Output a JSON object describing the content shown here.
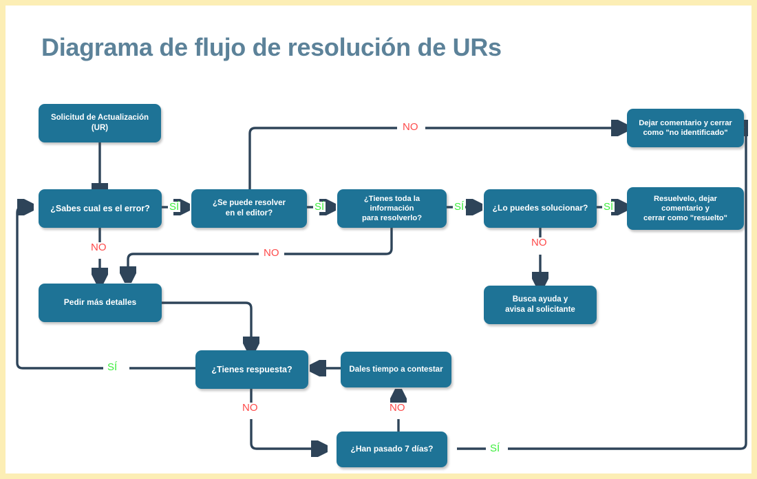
{
  "title": "Diagrama de flujo de resolución de URs",
  "theme": {
    "frame_color": "#fceeb5",
    "node_fill": "#1e7396",
    "node_text": "#ffffff",
    "title_color": "#5c8299",
    "wire_color": "#2e4459",
    "yes_color": "#3dee3d",
    "no_color": "#fd4a4a",
    "background": "#ffffff"
  },
  "chart_data": {
    "type": "diagram",
    "diagram_kind": "flowchart",
    "title": "Diagrama de flujo de resolución de URs"
  },
  "nodes": [
    {
      "id": "start",
      "label": "Solicitud de Actualización\n(UR)"
    },
    {
      "id": "know_error",
      "label": "¿Sabes cual es el error?"
    },
    {
      "id": "editor",
      "label": "¿Se puede resolver\nen el editor?"
    },
    {
      "id": "info",
      "label": "¿Tienes toda la información\npara resolverlo?"
    },
    {
      "id": "can_fix",
      "label": "¿Lo puedes solucionar?"
    },
    {
      "id": "not_ident",
      "label": "Dejar comentario y cerrar\ncomo \"no identificado\""
    },
    {
      "id": "resolved",
      "label": "Resuelvelo, dejar\ncomentario y\ncerrar como \"resuelto\""
    },
    {
      "id": "seek_help",
      "label": "Busca ayuda y\navisa al solicitante"
    },
    {
      "id": "more_det",
      "label": "Pedir más detalles"
    },
    {
      "id": "has_answer",
      "label": "¿Tienes respuesta?"
    },
    {
      "id": "give_time",
      "label": "Dales tiempo a contestar"
    },
    {
      "id": "seven_days",
      "label": "¿Han pasado 7 días?"
    }
  ],
  "node_labels": {
    "start_line1": "Solicitud de Actualización",
    "start_line2": "(UR)",
    "know_error": "¿Sabes cual es el error?",
    "editor_line1": "¿Se puede resolver",
    "editor_line2": "en el editor?",
    "info_line1": "¿Tienes toda la información",
    "info_line2": "para resolverlo?",
    "can_fix": "¿Lo puedes solucionar?",
    "not_ident_line1": "Dejar comentario y cerrar",
    "not_ident_line2": "como \"no identificado\"",
    "resolved_line1": "Resuelvelo, dejar",
    "resolved_line2": "comentario y",
    "resolved_line3": "cerrar como \"resuelto\"",
    "seek_help_line1": "Busca ayuda y",
    "seek_help_line2": "avisa al solicitante",
    "more_det": "Pedir más detalles",
    "has_answer": "¿Tienes respuesta?",
    "give_time": "Dales tiempo a contestar",
    "seven_days": "¿Han pasado 7 días?"
  },
  "edge_labels": {
    "si_know_error": "SÍ",
    "no_know_error": "NO",
    "si_editor": "SÍ",
    "no_editor": "NO",
    "si_info": "SÍ",
    "no_info": "NO",
    "si_can_fix": "SÍ",
    "no_can_fix": "NO",
    "si_has_answer": "SÍ",
    "no_has_answer": "NO",
    "si_seven_days": "SÍ",
    "no_seven_days": "NO"
  },
  "edges": [
    {
      "from": "start",
      "to": "know_error",
      "label": ""
    },
    {
      "from": "know_error",
      "to": "editor",
      "label": "SÍ"
    },
    {
      "from": "know_error",
      "to": "more_det",
      "label": "NO"
    },
    {
      "from": "editor",
      "to": "info",
      "label": "SÍ"
    },
    {
      "from": "editor",
      "to": "not_ident",
      "label": "NO"
    },
    {
      "from": "info",
      "to": "can_fix",
      "label": "SÍ"
    },
    {
      "from": "info",
      "to": "more_det",
      "label": "NO"
    },
    {
      "from": "can_fix",
      "to": "resolved",
      "label": "SÍ"
    },
    {
      "from": "can_fix",
      "to": "seek_help",
      "label": "NO"
    },
    {
      "from": "more_det",
      "to": "has_answer",
      "label": ""
    },
    {
      "from": "has_answer",
      "to": "know_error",
      "label": "SÍ"
    },
    {
      "from": "has_answer",
      "to": "seven_days",
      "label": "NO"
    },
    {
      "from": "seven_days",
      "to": "give_time",
      "label": "NO"
    },
    {
      "from": "seven_days",
      "to": "not_ident",
      "label": "SÍ"
    },
    {
      "from": "give_time",
      "to": "has_answer",
      "label": ""
    }
  ]
}
